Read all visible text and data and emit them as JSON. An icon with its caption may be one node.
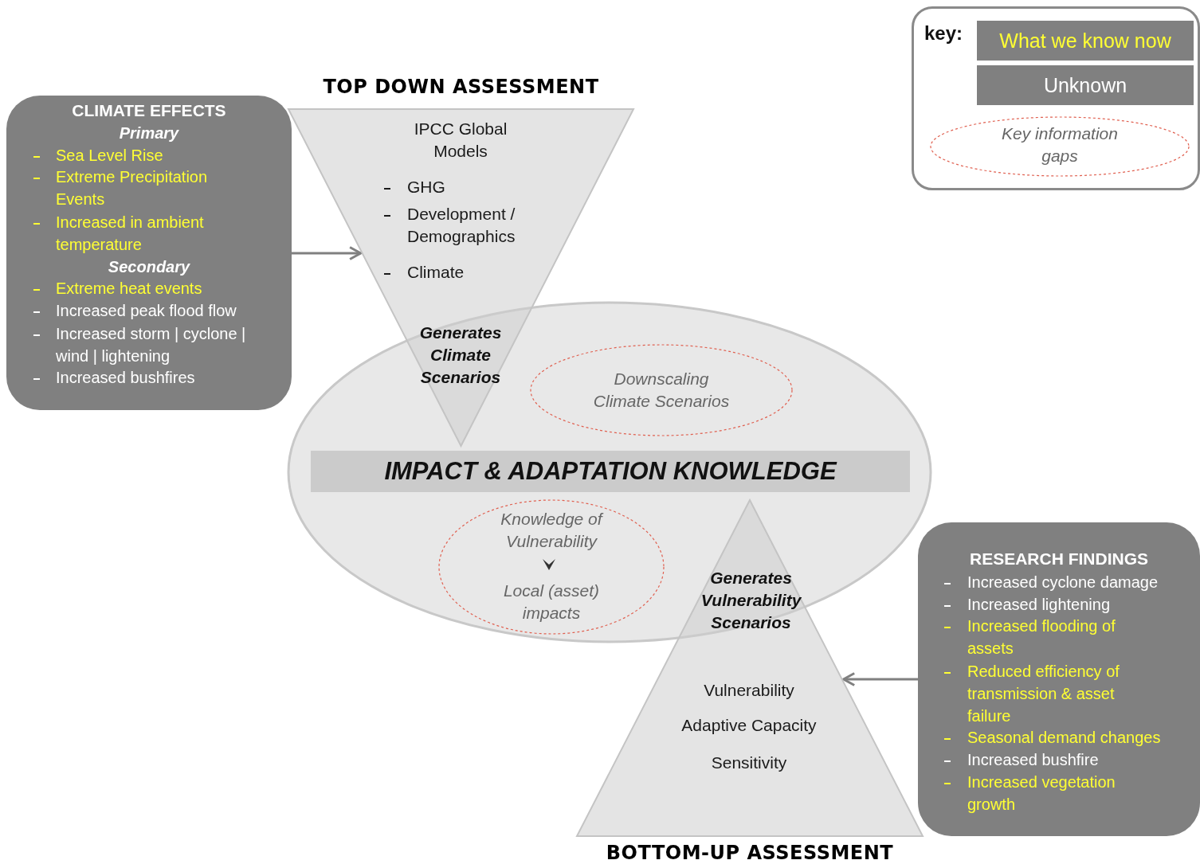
{
  "diagram": {
    "nodes": [
      {
        "text": [
          "CLIMATE EFFECTS",
          "Primary",
          "Sea Level Rise",
          "Extreme Precipitation Events",
          "Increased in ambient temperature",
          "Secondary",
          "Extreme heat events",
          "Increased peak flood flow",
          "Increased storm | cyclone | wind | lightening",
          "Increased bushfires"
        ]
      },
      {
        "text": [
          "IPCC Global Models",
          "GHG",
          "Development / Demographics",
          "Climate",
          "Generates Climate Scenarios"
        ],
        "beside": [
          "TOP DOWN ASSESSMENT"
        ]
      },
      {
        "text": [
          "IMPACT & ADAPTATION KNOWLEDGE"
        ]
      },
      {
        "text": [
          "Downscaling Climate Scenarios"
        ],
        "in": 2
      },
      {
        "text": [
          "Knowledge of Vulnerability",
          "Local (asset) impacts"
        ],
        "in": 2
      },
      {
        "text": [
          "Generates Vulnerability Scenarios",
          "Vulnerability",
          "Adaptive Capacity",
          "Sensitivity"
        ],
        "beside": [
          "BOTTOM-UP ASSESSMENT"
        ]
      },
      {
        "text": [
          "RESEARCH FINDINGS",
          "Increased cyclone damage",
          "Increased lightening",
          "Increased flooding of assets",
          "Reduced efficiency of transmission & asset failure",
          "Seasonal demand changes",
          "Increased bushfire",
          "Increased vegetation growth"
        ]
      }
    ],
    "edges": [
      {
        "from": 0,
        "to": 1,
        "arrow": "to"
      },
      {
        "from": 6,
        "to": 5,
        "arrow": "to"
      }
    ],
    "labels": [
      "key:"
    ],
    "legend": [
      {
        "text": "What we know now",
        "color": "#ffff33"
      },
      {
        "text": "Unknown",
        "color": "#ffffff"
      },
      {
        "text": "Key information gaps"
      }
    ]
  }
}
